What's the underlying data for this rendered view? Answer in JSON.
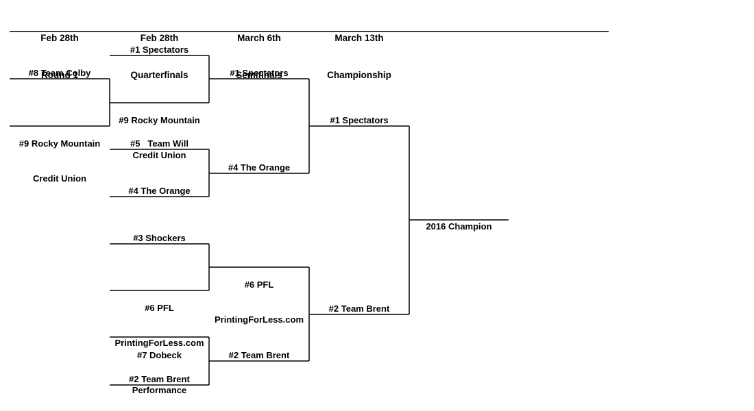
{
  "headers": {
    "round1": {
      "line1": "Feb 28th",
      "line2": "Round 1"
    },
    "quarterfinals": {
      "line1": "Feb 28th",
      "line2": "Quarterfinals"
    },
    "semifinals": {
      "line1": "March 6th",
      "line2": "Semifinals"
    },
    "championship": {
      "line1": "March 13th",
      "line2": "Championship"
    }
  },
  "round1": [
    {
      "name": "#8 Team Colby",
      "name2": ""
    },
    {
      "name": "#9 Rocky Mountain",
      "name2": "Credit Union"
    }
  ],
  "quarterfinals": [
    {
      "name": "#1 Spectators",
      "name2": ""
    },
    {
      "name": "#9 Rocky Mountain",
      "name2": "Credit Union"
    },
    {
      "name": "#5   Team Will",
      "name2": ""
    },
    {
      "name": "#4 The Orange",
      "name2": ""
    },
    {
      "name": "#3 Shockers",
      "name2": ""
    },
    {
      "name": "#6 PFL",
      "name2": "PrintingForLess.com"
    },
    {
      "name": "#7 Dobeck",
      "name2": "Performance"
    },
    {
      "name": "#2 Team Brent",
      "name2": ""
    }
  ],
  "semifinals": [
    {
      "name": "#1 Spectators",
      "name2": ""
    },
    {
      "name": "#4 The Orange",
      "name2": ""
    },
    {
      "name": "#6 PFL",
      "name2": "PrintingForLess.com"
    },
    {
      "name": "#2 Team Brent",
      "name2": ""
    }
  ],
  "finals": [
    {
      "name": "#1 Spectators",
      "name2": ""
    },
    {
      "name": "#2 Team Brent",
      "name2": ""
    }
  ],
  "champion": {
    "label": "2016 Champion"
  },
  "colors": {
    "line": "#000000",
    "background": "#ffffff"
  }
}
